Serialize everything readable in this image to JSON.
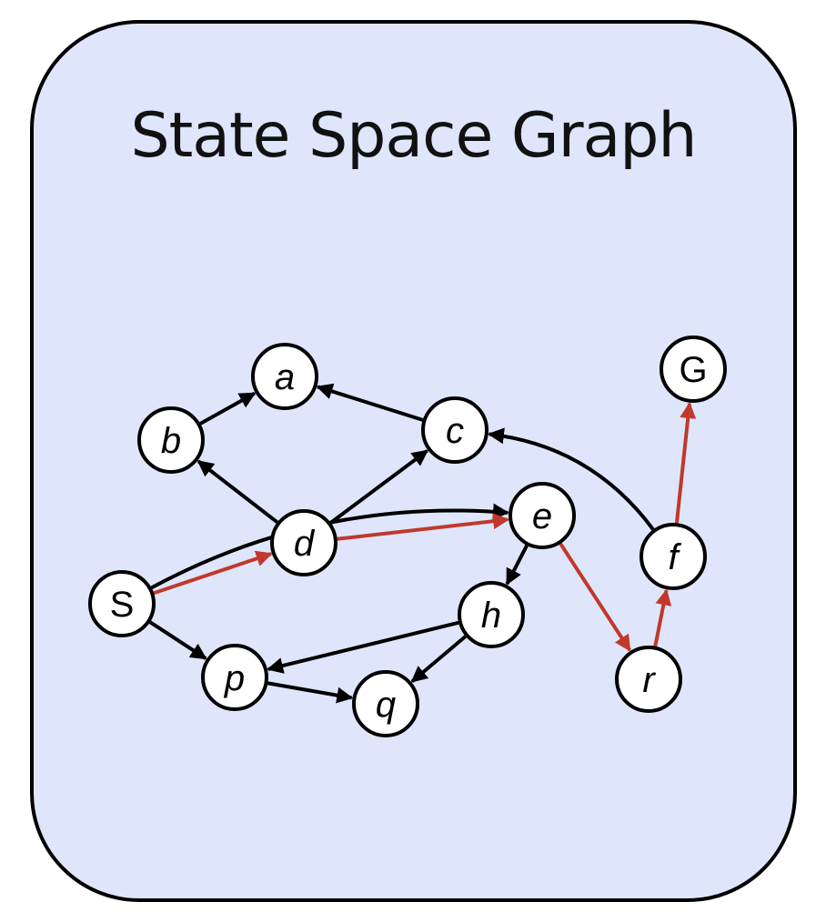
{
  "title": "State Space Graph",
  "colors": {
    "panel": "#dfe6fb",
    "edge": "#000000",
    "highlight": "#c0392b"
  },
  "nodes": [
    {
      "id": "a",
      "label": "a",
      "italic": true
    },
    {
      "id": "b",
      "label": "b",
      "italic": true
    },
    {
      "id": "c",
      "label": "c",
      "italic": true
    },
    {
      "id": "d",
      "label": "d",
      "italic": true
    },
    {
      "id": "e",
      "label": "e",
      "italic": true
    },
    {
      "id": "f",
      "label": "f",
      "italic": true
    },
    {
      "id": "G",
      "label": "G",
      "italic": false
    },
    {
      "id": "S",
      "label": "S",
      "italic": false
    },
    {
      "id": "h",
      "label": "h",
      "italic": true
    },
    {
      "id": "p",
      "label": "p",
      "italic": true
    },
    {
      "id": "q",
      "label": "q",
      "italic": true
    },
    {
      "id": "r",
      "label": "r",
      "italic": true
    }
  ],
  "edges": [
    {
      "from": "b",
      "to": "a",
      "highlight": false
    },
    {
      "from": "c",
      "to": "a",
      "highlight": false
    },
    {
      "from": "d",
      "to": "b",
      "highlight": false
    },
    {
      "from": "d",
      "to": "c",
      "highlight": false
    },
    {
      "from": "f",
      "to": "c",
      "highlight": false
    },
    {
      "from": "S",
      "to": "e",
      "highlight": false
    },
    {
      "from": "e",
      "to": "h",
      "highlight": false
    },
    {
      "from": "h",
      "to": "p",
      "highlight": false
    },
    {
      "from": "h",
      "to": "q",
      "highlight": false
    },
    {
      "from": "S",
      "to": "p",
      "highlight": false
    },
    {
      "from": "p",
      "to": "q",
      "highlight": false
    },
    {
      "from": "S",
      "to": "d",
      "highlight": true
    },
    {
      "from": "d",
      "to": "e",
      "highlight": true
    },
    {
      "from": "e",
      "to": "r",
      "highlight": true
    },
    {
      "from": "r",
      "to": "f",
      "highlight": true
    },
    {
      "from": "f",
      "to": "G",
      "highlight": true
    }
  ]
}
